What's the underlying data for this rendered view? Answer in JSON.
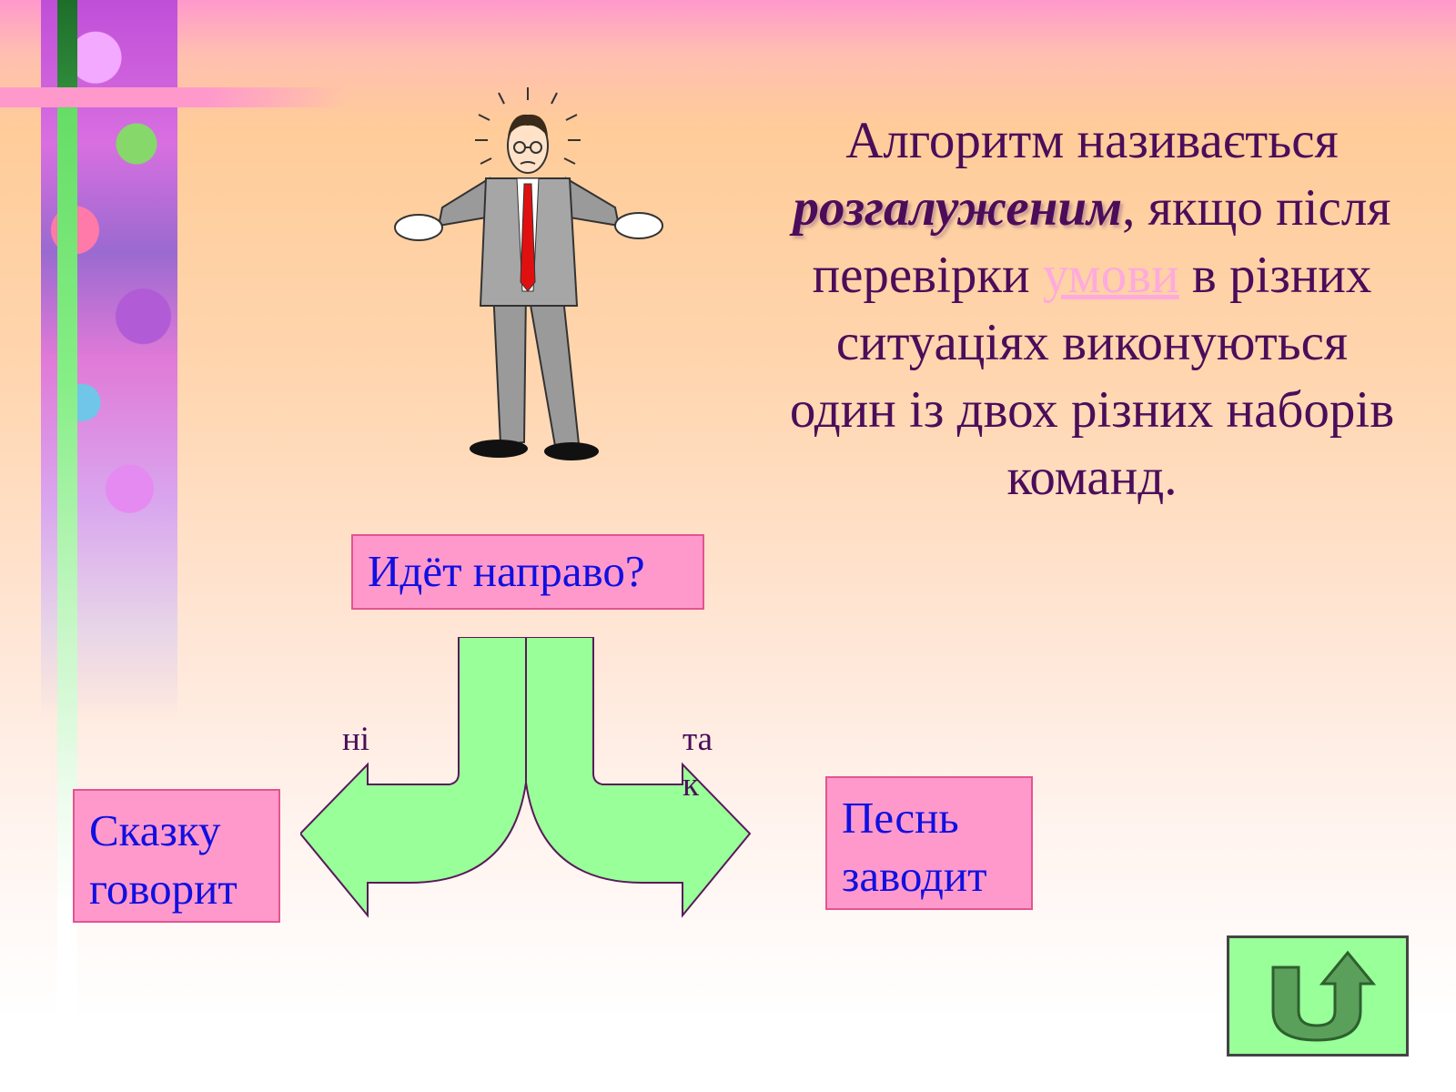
{
  "definition": {
    "part1": "Алгоритм називається ",
    "term": "розгалуженим",
    "part2": ", якщо після перевірки ",
    "link": "умови",
    "part3": " в різних ситуаціях виконуються один із двох різних наборів команд."
  },
  "diagram": {
    "question": "Идёт направо?",
    "no_label": "ні",
    "yes_label": "так",
    "left_box": "Сказку говорит",
    "right_box": "Песнь заводит"
  },
  "navigation": {
    "back_icon": "u-turn-arrow-icon"
  },
  "colors": {
    "box_fill": "#ff99cc",
    "box_text": "#1010e0",
    "arrow_fill": "#99ff99",
    "definition_text": "#4b0d5a",
    "link_text": "#ffaadd"
  }
}
